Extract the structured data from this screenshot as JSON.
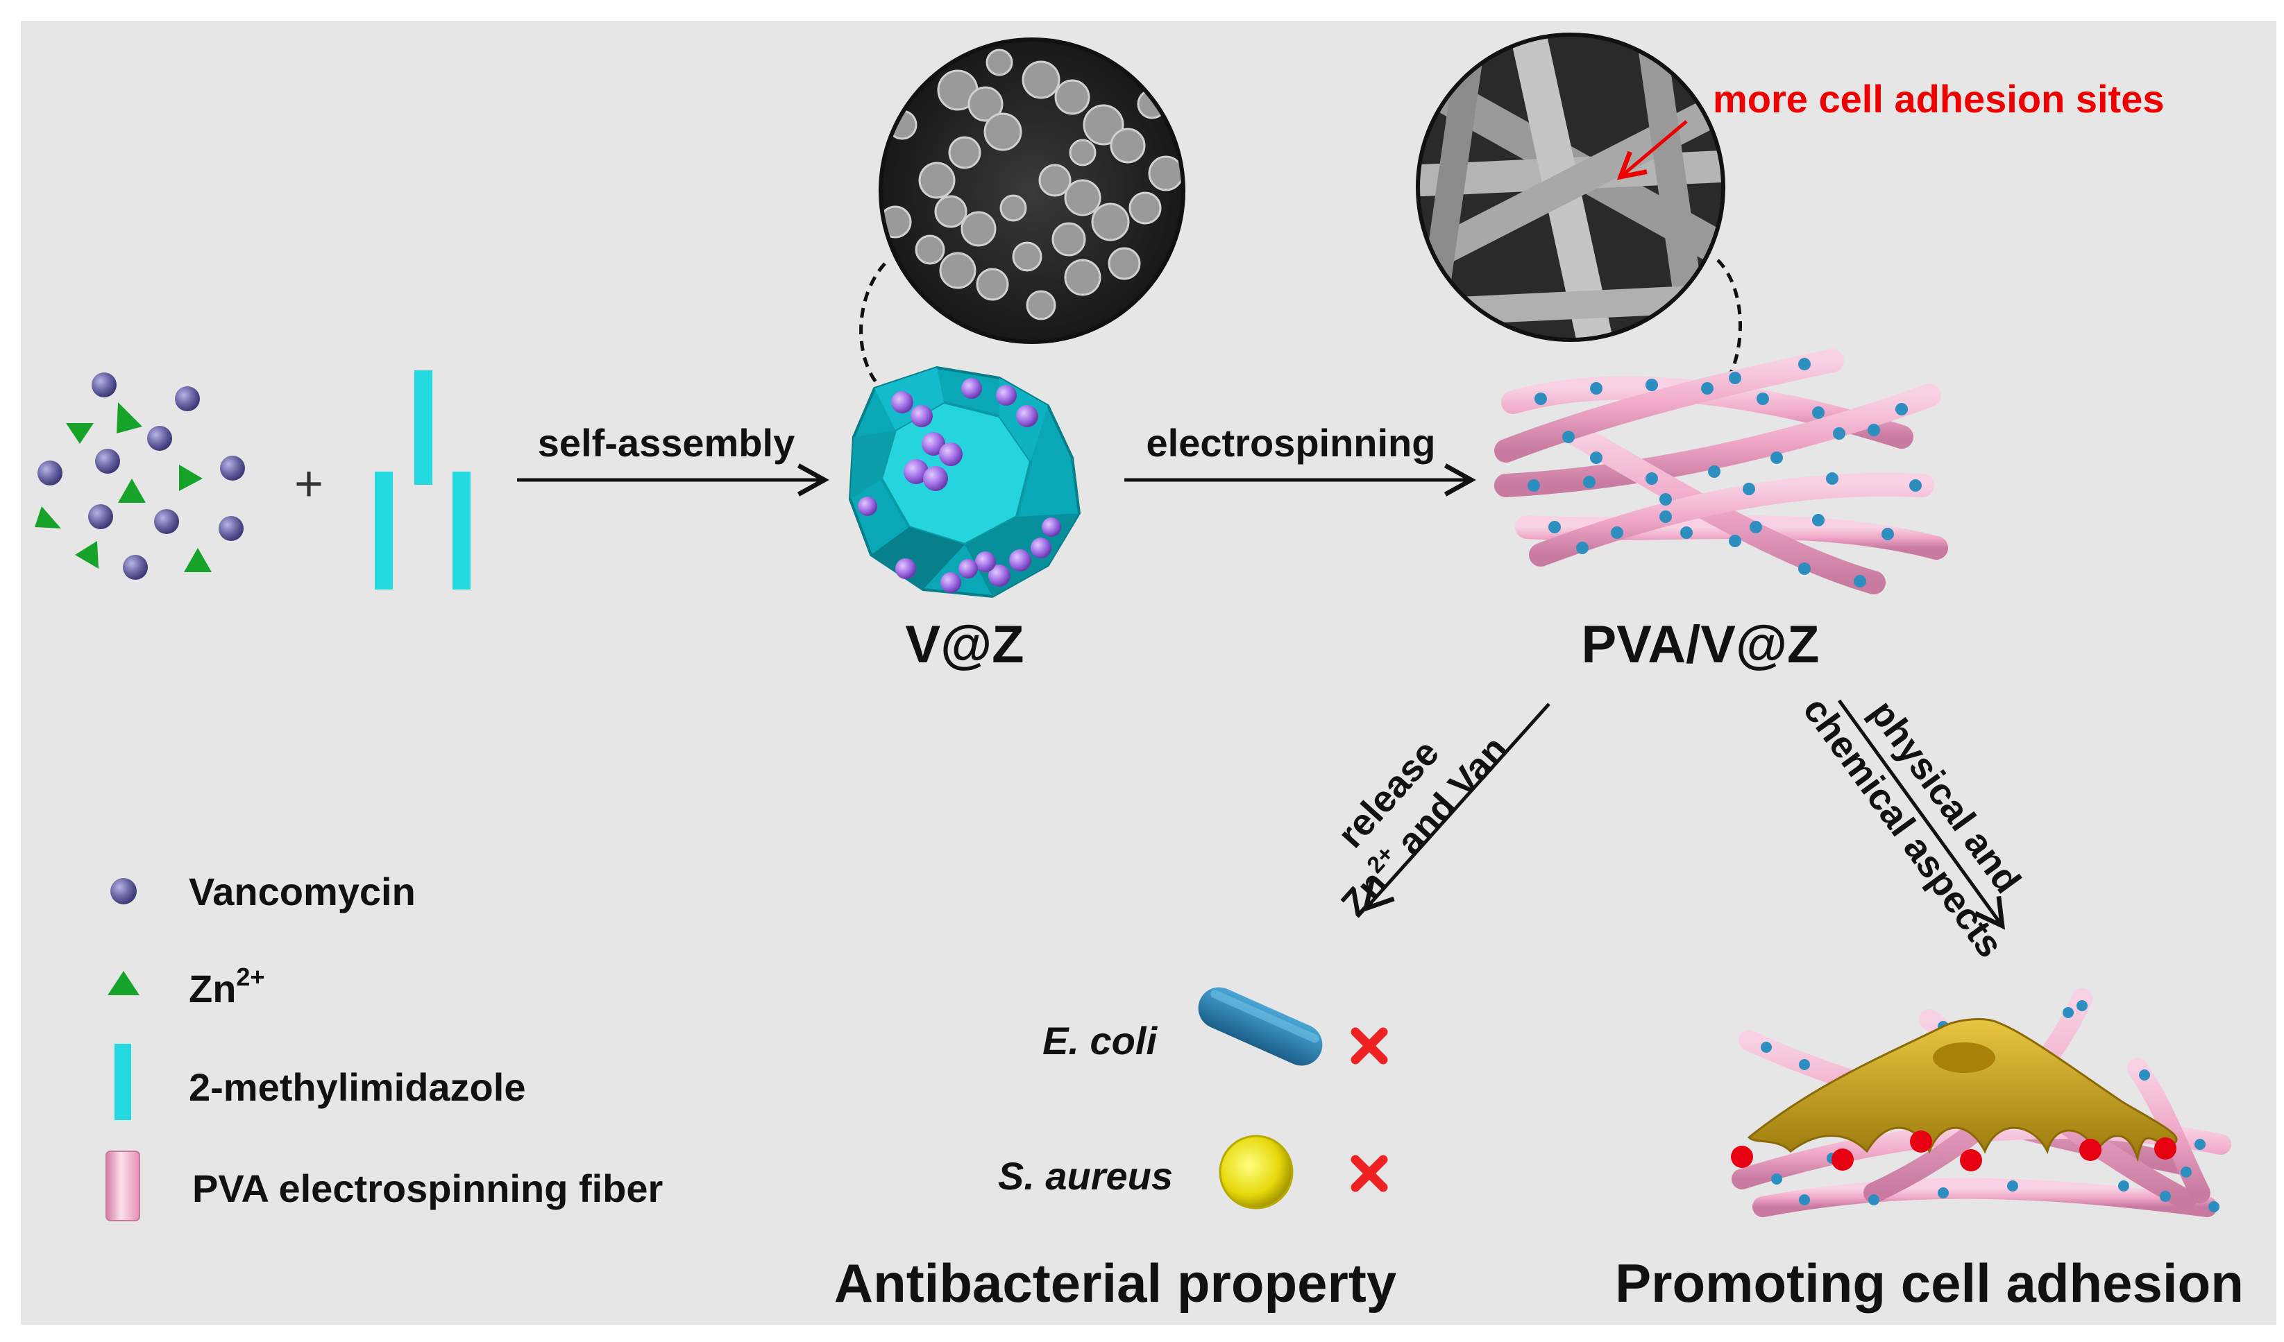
{
  "colors": {
    "panel_bg": "#e6e6e6",
    "vancomycin": "#6e6aa8",
    "zinc_ion": "#17a32a",
    "imidazole": "#25d9e0",
    "fiber_pink": "#f0a8c8",
    "annotation_red": "#ee0000",
    "cell_gold": "#c9a21a",
    "ecoli_blue": "#2b7fb0",
    "saureus_yellow": "#e6d80a"
  },
  "steps": {
    "self_assembly": "self-assembly",
    "electrospinning": "electrospinning",
    "product1": "V@Z",
    "product2": "PVA/V@Z",
    "annotation": "more cell adhesion sites"
  },
  "branches": {
    "release_line1": "release",
    "release_line2_prefix": "Zn",
    "release_line2_sup": "2+",
    "release_line2_suffix": " and Van",
    "physical_line1": "physical and",
    "physical_line2": "chemical aspects"
  },
  "outcomes": {
    "antibacterial_title": "Antibacterial property",
    "ecoli": "E. coli",
    "saureus": "S. aureus",
    "adhesion_title": "Promoting cell adhesion"
  },
  "legend": {
    "vancomycin": "Vancomycin",
    "zinc_prefix": "Zn",
    "zinc_sup": "2+",
    "imidazole": "2-methylimidazole",
    "fiber": "PVA electrospinning fiber"
  },
  "operators": {
    "plus": "+"
  }
}
